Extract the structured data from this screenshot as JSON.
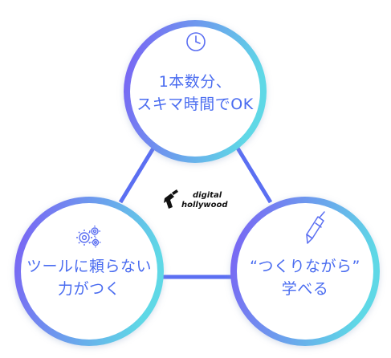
{
  "circles": [
    {
      "id": "top",
      "icon": "clock-icon",
      "lines": [
        "1本数分、",
        "スキマ時間でOK"
      ]
    },
    {
      "id": "left",
      "icon": "gears-icon",
      "lines": [
        "ツールに頼らない",
        "力がつく"
      ]
    },
    {
      "id": "right",
      "icon": "pen-icon",
      "lines": [
        "“つくりながら”",
        "学べる"
      ]
    }
  ],
  "logo": {
    "line1": "digital",
    "line2": "hollywood"
  },
  "colors": {
    "ring_start": "#7b5cf5",
    "ring_end": "#5fd8e6",
    "text": "#4a6cf0",
    "connector": "#5b6ff2",
    "logo": "#111111"
  }
}
